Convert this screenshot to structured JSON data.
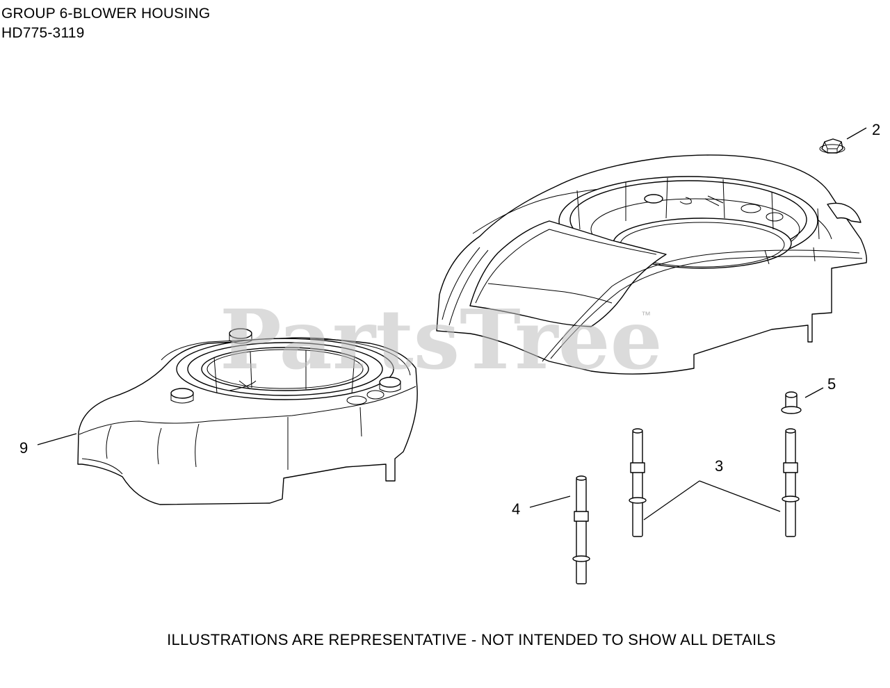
{
  "header": {
    "group_title": "GROUP 6-BLOWER HOUSING",
    "model_number": "HD775-3119"
  },
  "watermark": {
    "brand": "PartsTree",
    "trademark": "™"
  },
  "callouts": [
    {
      "id": "2",
      "label": "2",
      "part": "flange nut"
    },
    {
      "id": "3",
      "label": "3",
      "part": "stud"
    },
    {
      "id": "4",
      "label": "4",
      "part": "stud"
    },
    {
      "id": "5",
      "label": "5",
      "part": "spacer"
    },
    {
      "id": "9",
      "label": "9",
      "part": "blower housing"
    }
  ],
  "footer": {
    "note": "ILLUSTRATIONS ARE REPRESENTATIVE - NOT INTENDED TO SHOW ALL DETAILS"
  }
}
